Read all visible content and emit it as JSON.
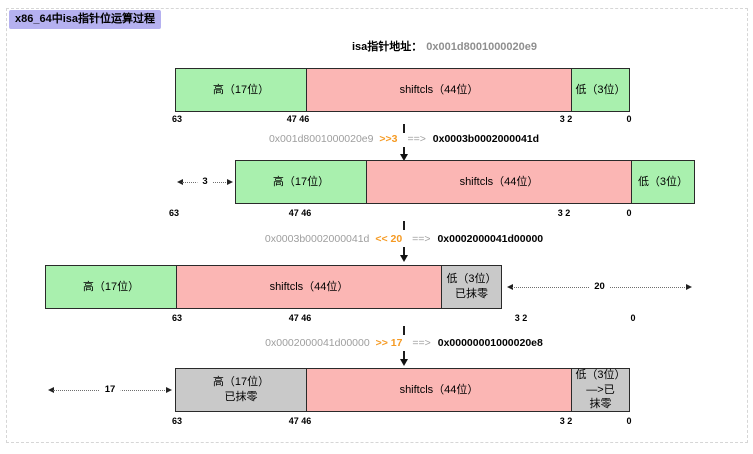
{
  "canvas": {
    "title": "x86_64中isa指针位运算过程",
    "pointer_label": "isa指针地址：",
    "pointer_value": "0x001d8001000020e9"
  },
  "colors": {
    "green": "#a9f0ae",
    "pink": "#fbb6b4",
    "gray": "#c9c9c9",
    "lavender": "#b5b1f0",
    "orange": "#f59a23"
  },
  "rows": [
    {
      "segments": [
        {
          "label": "高（17位）",
          "fill": "green"
        },
        {
          "label": "shiftcls（44位）",
          "fill": "pink"
        },
        {
          "label": "低（3位）",
          "fill": "green"
        }
      ],
      "ticks": [
        "63",
        "47 46",
        "3 2",
        "0"
      ],
      "shift_label": ""
    },
    {
      "segments": [
        {
          "label": "高（17位）",
          "fill": "green"
        },
        {
          "label": "shiftcls（44位）",
          "fill": "pink"
        },
        {
          "label": "低（3位）",
          "fill": "green"
        }
      ],
      "ticks": [
        "63",
        "47 46",
        "3 2",
        "0"
      ],
      "shift_label": "3"
    },
    {
      "segments": [
        {
          "label": "高（17位）",
          "fill": "green"
        },
        {
          "label": "shiftcls（44位）",
          "fill": "pink"
        },
        {
          "label": "低（3位）\n已抹零",
          "fill": "gray"
        }
      ],
      "ticks": [
        "63",
        "47 46",
        "3 2",
        "0"
      ],
      "shift_label": "20"
    },
    {
      "segments": [
        {
          "label": "高（17位）\n已抹零",
          "fill": "gray"
        },
        {
          "label": "shiftcls（44位）",
          "fill": "pink"
        },
        {
          "label": "低（3位）—>已\n抹零",
          "fill": "gray"
        }
      ],
      "ticks": [
        "63",
        "47 46",
        "3 2",
        "0"
      ],
      "shift_label": "17"
    }
  ],
  "operations": [
    {
      "input": "0x001d8001000020e9",
      "op": ">>3",
      "arrow": "==>",
      "result": "0x0003b0002000041d"
    },
    {
      "input": "0x0003b0002000041d",
      "op": "<< 20",
      "arrow": "==>",
      "result": "0x0002000041d00000"
    },
    {
      "input": "0x0002000041d00000",
      "op": ">> 17",
      "arrow": "==>",
      "result": "0x00000001000020e8"
    }
  ]
}
